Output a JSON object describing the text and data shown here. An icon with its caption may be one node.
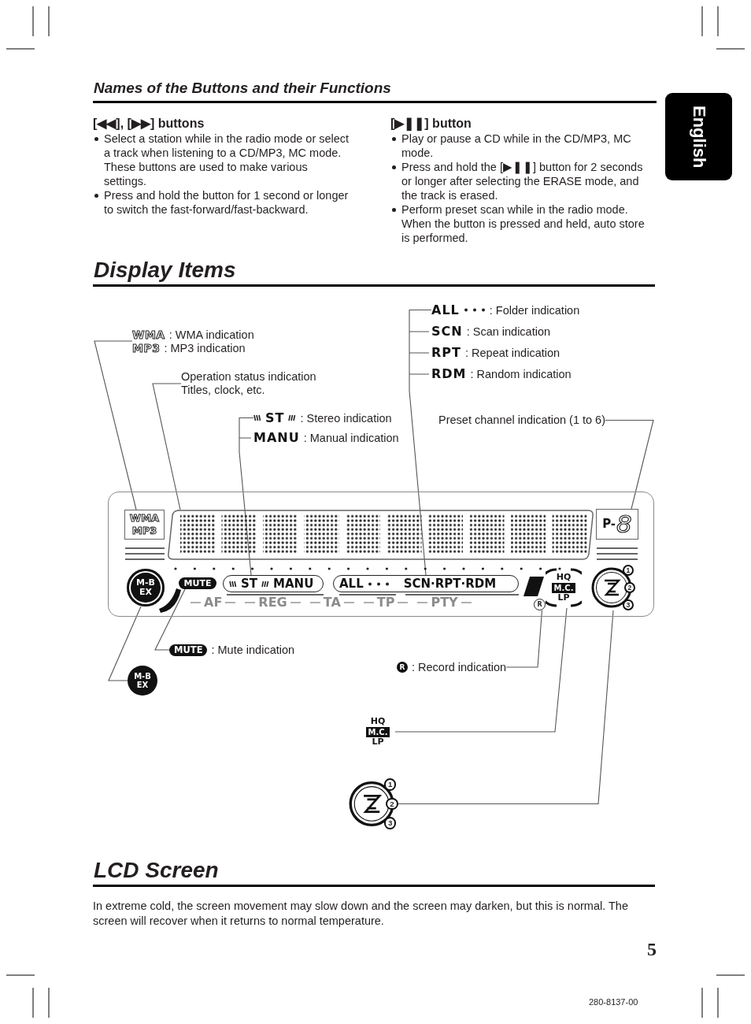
{
  "diagram": {
    "title": "Display Items",
    "nodes": [
      {
        "text": [
          "WMA",
          ": WMA indication",
          "MP3",
          ": MP3 indication"
        ]
      },
      {
        "text": [
          "Operation status indication",
          "Titles, clock, etc."
        ]
      },
      {
        "text": [
          "ST",
          ": Stereo indication",
          "MANU",
          ": Manual indication"
        ]
      },
      {
        "text": [
          "ALL",
          ": Folder indication",
          "SCN",
          ": Scan indication",
          "RPT",
          ": Repeat indication",
          "RDM",
          ": Random indication"
        ]
      },
      {
        "text": [
          "Preset channel indication (1 to 6)"
        ]
      },
      {
        "text": [],
        "shape": "box"
      },
      {
        "text": [
          "WMA",
          "MP3"
        ],
        "in": 5
      },
      {
        "text": [],
        "shape": "box",
        "in": 5
      },
      {
        "text": [
          "P-",
          "8"
        ],
        "in": 5
      },
      {
        "text": [
          "M-B",
          "EX"
        ],
        "in": 5
      },
      {
        "text": [
          "MUTE"
        ],
        "in": 5
      },
      {
        "text": [
          "ST",
          "MANU"
        ],
        "in": 5
      },
      {
        "text": [
          "ALL",
          "SCN·RPT·RDM"
        ],
        "in": 5
      },
      {
        "text": [
          "R"
        ],
        "in": 5
      },
      {
        "text": [
          "HQ",
          "M.C.",
          "LP"
        ],
        "in": 5
      },
      {
        "text": [
          "1",
          "2",
          "3"
        ],
        "in": 5
      },
      {
        "text": [
          "MUTE",
          ": Mute indication"
        ]
      },
      {
        "text": [
          "M-B",
          "EX"
        ]
      },
      {
        "text": [
          "R",
          ": Record indication"
        ]
      },
      {
        "text": [
          "HQ",
          "M.C.",
          "LP"
        ]
      },
      {
        "text": [
          "1",
          "2",
          "3"
        ]
      }
    ],
    "edges": [
      {
        "from": 0,
        "to": 6,
        "arrow": "none"
      },
      {
        "from": 1,
        "to": 7,
        "arrow": "none"
      },
      {
        "from": 2,
        "to": 11,
        "arrow": "none"
      },
      {
        "from": 3,
        "to": 12,
        "arrow": "none"
      },
      {
        "from": 4,
        "to": 8,
        "arrow": "none"
      },
      {
        "from": 16,
        "to": 10,
        "arrow": "none"
      },
      {
        "from": 17,
        "to": 9,
        "arrow": "none"
      },
      {
        "from": 18,
        "to": 13,
        "arrow": "none"
      },
      {
        "from": 19,
        "to": 14,
        "arrow": "none"
      },
      {
        "from": 20,
        "to": 15,
        "arrow": "none"
      }
    ],
    "labels": [
      "English",
      "Names of the Buttons and their Functions",
      "[◀◀], [▶▶] buttons",
      "Select a station while in the radio mode or select a track when listening to a CD/MP3, MC mode. These buttons are used to make various settings.",
      "Press and hold the button for 1 second or longer to switch the fast-forward/fast-backward.",
      "[▶❚❚] button",
      "Play or pause a CD while in the CD/MP3, MC mode.",
      "Press and hold the [▶❚❚] button for 2 seconds or longer after selecting the ERASE mode, and the track is erased.",
      "Perform preset scan while in the radio mode. When the button is pressed and held, auto store is performed.",
      "AF",
      "REG",
      "TA",
      "TP",
      "PTY",
      "LCD Screen",
      "In extreme cold, the screen movement may slow down and the screen may darken, but this is normal. The screen will recover when it returns to normal temperature.",
      "5",
      "280-8137-00"
    ]
  }
}
